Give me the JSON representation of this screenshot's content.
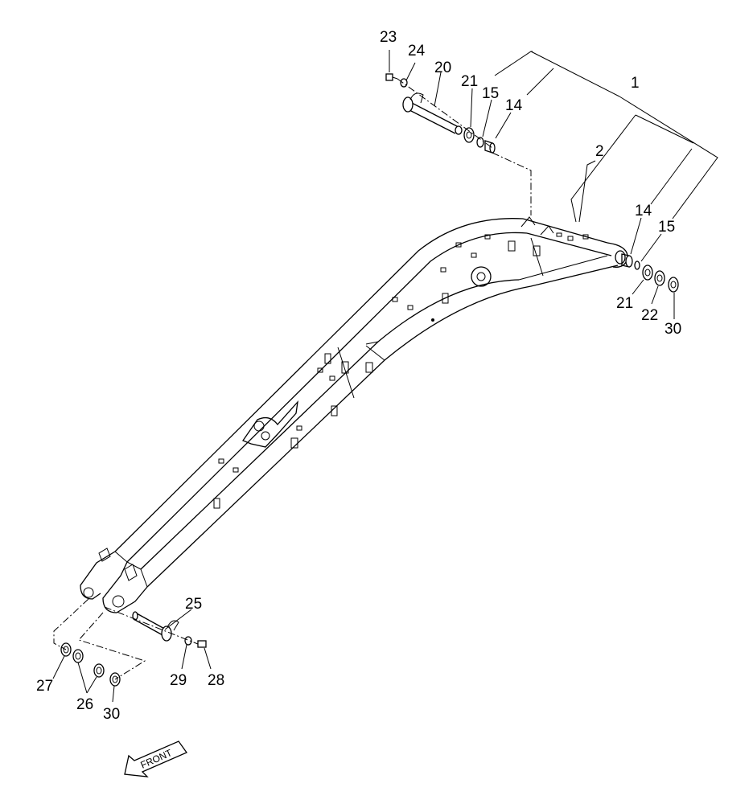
{
  "callouts": [
    {
      "id": "c1",
      "text": "1"
    },
    {
      "id": "c2",
      "text": "2"
    },
    {
      "id": "c14a",
      "text": "14"
    },
    {
      "id": "c15a",
      "text": "15"
    },
    {
      "id": "c20",
      "text": "20"
    },
    {
      "id": "c21a",
      "text": "21"
    },
    {
      "id": "c23",
      "text": "23"
    },
    {
      "id": "c24",
      "text": "24"
    },
    {
      "id": "c14b",
      "text": "14"
    },
    {
      "id": "c15b",
      "text": "15"
    },
    {
      "id": "c21b",
      "text": "21"
    },
    {
      "id": "c22",
      "text": "22"
    },
    {
      "id": "c30a",
      "text": "30"
    },
    {
      "id": "c25",
      "text": "25"
    },
    {
      "id": "c29",
      "text": "29"
    },
    {
      "id": "c28",
      "text": "28"
    },
    {
      "id": "c27",
      "text": "27"
    },
    {
      "id": "c26",
      "text": "26"
    },
    {
      "id": "c30b",
      "text": "30"
    }
  ],
  "front_arrow": {
    "label": "FRONT"
  }
}
